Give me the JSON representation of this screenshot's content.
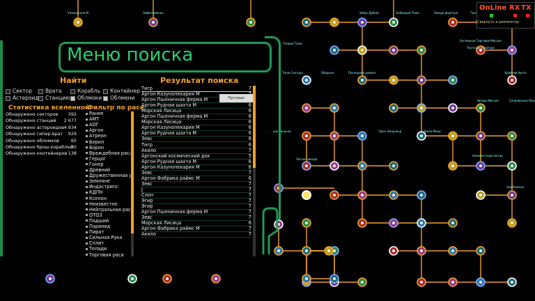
{
  "status": {
    "online": "OnLine",
    "rx": "RX",
    "tx": "TX",
    "collapse_label": "Свернуть в реймметер",
    "colors": {
      "online": "#22cc22",
      "rx": "#ff2222",
      "tx": "#ff2222"
    }
  },
  "panel": {
    "title": "Меню поиска",
    "find_header": "Найти",
    "results_header": "Результат поиска",
    "stats_header": "Статистика вселенной",
    "race_header": "Фильтр по расе",
    "checkboxes": [
      {
        "label": "Сектор",
        "checked": false
      },
      {
        "label": "Врата",
        "checked": false
      },
      {
        "label": "Корабль",
        "checked": false
      },
      {
        "label": "Контейнер",
        "checked": false
      },
      {
        "label": "Астероид",
        "checked": false
      },
      {
        "label": "Станцию",
        "checked": false
      },
      {
        "label": "Облмоки",
        "checked": true
      },
      {
        "label": "Облмени",
        "checked": true
      }
    ],
    "stats": [
      {
        "label": "Обнаружено секторов",
        "value": "392"
      },
      {
        "label": "Обнаружено станций",
        "value": "2 677"
      },
      {
        "label": "Обнаружено астероидов",
        "value": "4 934"
      },
      {
        "label": "Обнаружено гипер-врат",
        "value": "929"
      },
      {
        "label": "Обнаружено обломков",
        "value": "65"
      },
      {
        "label": "Обнаружено брош.кораблей",
        "value": "30"
      },
      {
        "label": "Обнаружено контейнеров",
        "value": "138"
      }
    ],
    "races": [
      "Ранее",
      "АМТ",
      "АОГ",
      "Аргон",
      "Атреон",
      "Берил",
      "Борон",
      "Враждебная раса",
      "Герцог",
      "Гонер",
      "Древний",
      "Дружественная раса",
      "Земляне",
      "Индастрипс",
      "КДПН",
      "Ксенон",
      "Неизвестно",
      "Нейтральная раса",
      "ОТОЗ",
      "Падший",
      "Паранид",
      "Пират",
      "Сильная Рука",
      "Сплит",
      "Телади",
      "Торговая раса"
    ],
    "results": [
      {
        "name": "Тигр",
        "count": "7"
      },
      {
        "name": "Аргон Казунопекария М",
        "count": "7"
      },
      {
        "name": "Аргон Пшеничная ферма М",
        "count": "7"
      },
      {
        "name": "Аргон Рудная шахта М",
        "count": "6"
      },
      {
        "name": "Морская Лисица",
        "count": "6"
      },
      {
        "name": "Аргон Пшеничная ферма М",
        "count": "6"
      },
      {
        "name": "Морская Лисица",
        "count": "6"
      },
      {
        "name": "Аргон Казунопекария М",
        "count": "6"
      },
      {
        "name": "Аргон Рудная шахта М",
        "count": "6"
      },
      {
        "name": "Зевс",
        "count": "6"
      },
      {
        "name": "Тигр",
        "count": "6"
      },
      {
        "name": "Акило",
        "count": "7"
      },
      {
        "name": "Аргонский космический док",
        "count": "5"
      },
      {
        "name": "Аргон Рудная шахта М",
        "count": "6"
      },
      {
        "name": "Аргон Казунопекария М",
        "count": "6"
      },
      {
        "name": "Зевс",
        "count": "7"
      },
      {
        "name": "Аргон Фабрика раймс М",
        "count": "6"
      },
      {
        "name": "Зевс",
        "count": "7"
      },
      {
        "name": "J",
        "count": "7"
      },
      {
        "name": "Слон",
        "count": "7"
      },
      {
        "name": "Эгир",
        "count": "7"
      },
      {
        "name": "Эгир",
        "count": "7"
      },
      {
        "name": "Аргон Пшеничная ферма М",
        "count": "7"
      },
      {
        "name": "Зевс",
        "count": "7"
      },
      {
        "name": "Морская Лисица",
        "count": "6"
      },
      {
        "name": "Аргон Фабрика раймс М",
        "count": "7"
      },
      {
        "name": "Акило",
        "count": "7"
      }
    ],
    "tooltip": "Пустоши сенатора",
    "accent": "#f0a030",
    "title_color": "#2ecc71"
  },
  "map": {
    "labels": [
      "Уникальное М",
      "Амфетаминка",
      "Теория Тоню",
      "Забор Дубель",
      "Бобровый Тоню",
      "Звезда фортуна",
      "Третья Марта",
      "Тоню Сектора",
      "Оборона",
      "Последний ремонт",
      "Орел Эмеральд",
      "Звезда Миссия",
      "Сопряжения Пеол",
      "Пустоши сенатора",
      "Крайняя бухта",
      "Беглецкая Торговая Миссия",
      "Неизвестный сектор",
      "Наиблискеп",
      "Бывшая каньона",
      "Легкое звезда",
      "Земля Маки"
    ]
  }
}
